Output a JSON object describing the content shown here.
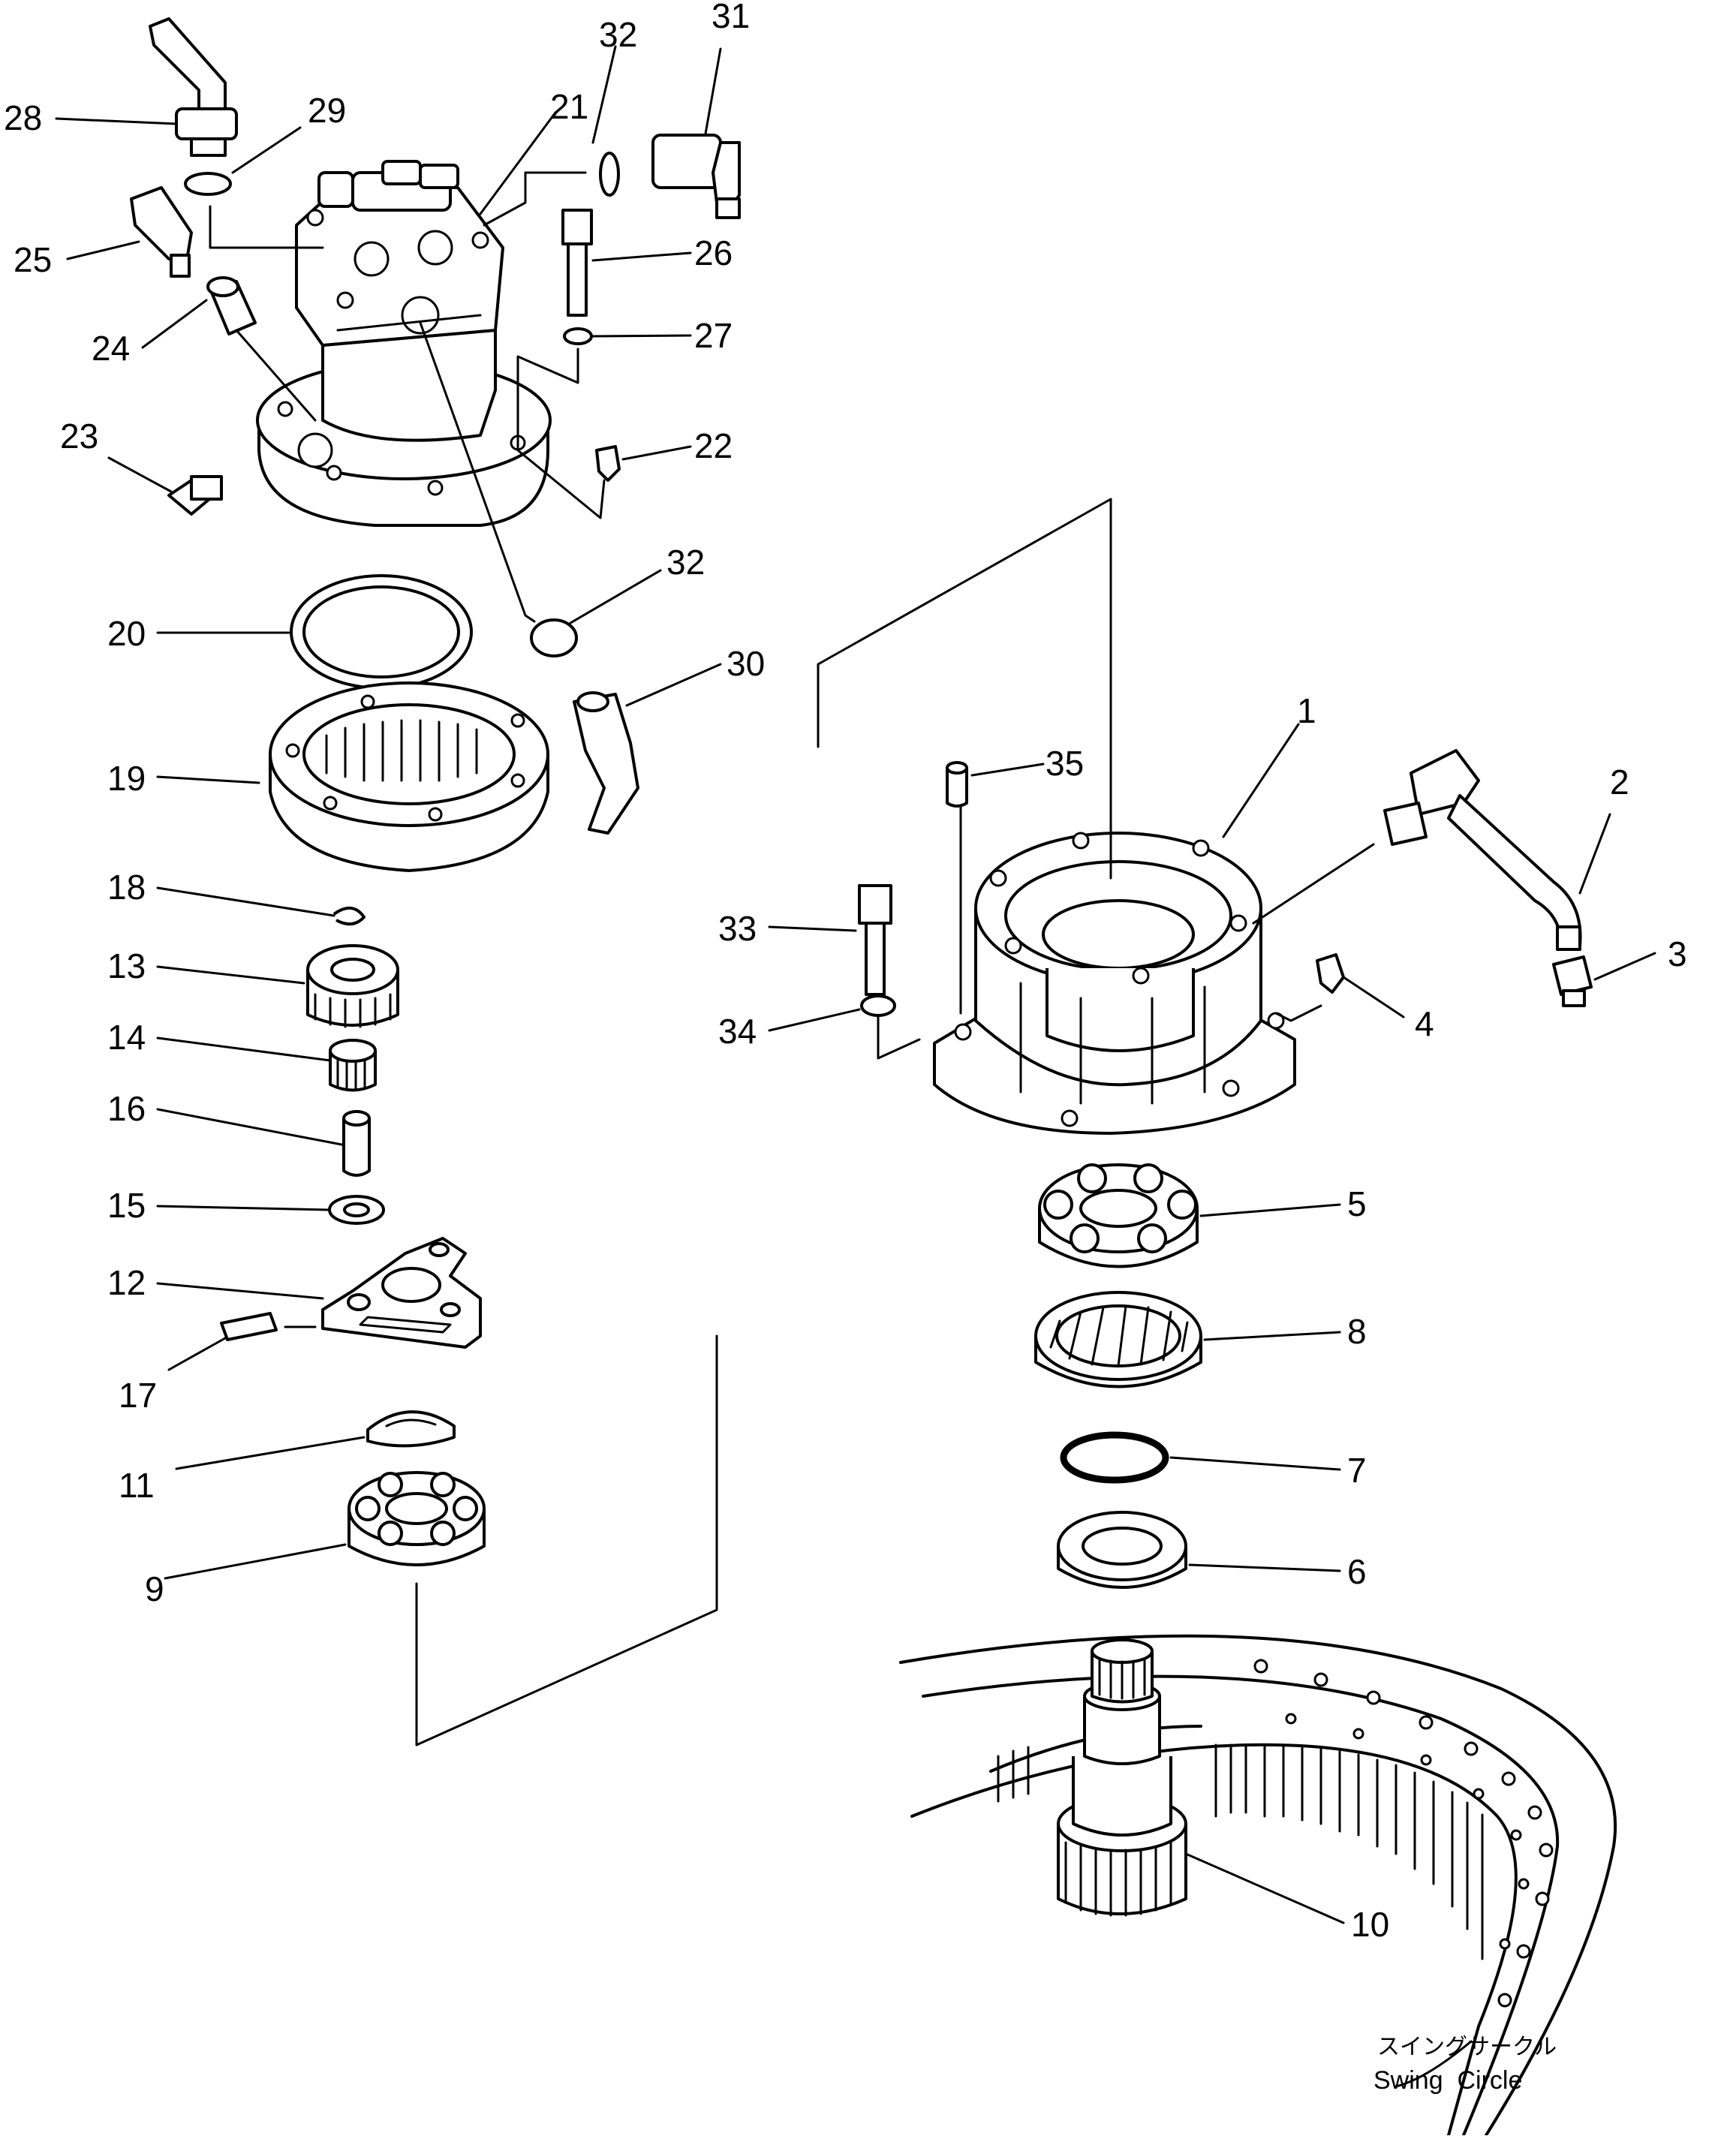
{
  "diagram": {
    "parts": [
      {
        "id": "1",
        "label": "1"
      },
      {
        "id": "2",
        "label": "2"
      },
      {
        "id": "3",
        "label": "3"
      },
      {
        "id": "4",
        "label": "4"
      },
      {
        "id": "5",
        "label": "5"
      },
      {
        "id": "6",
        "label": "6"
      },
      {
        "id": "7",
        "label": "7"
      },
      {
        "id": "8",
        "label": "8"
      },
      {
        "id": "9",
        "label": "9"
      },
      {
        "id": "10",
        "label": "10"
      },
      {
        "id": "11",
        "label": "11"
      },
      {
        "id": "12",
        "label": "12"
      },
      {
        "id": "13",
        "label": "13"
      },
      {
        "id": "14",
        "label": "14"
      },
      {
        "id": "15",
        "label": "15"
      },
      {
        "id": "16",
        "label": "16"
      },
      {
        "id": "17",
        "label": "17"
      },
      {
        "id": "18",
        "label": "18"
      },
      {
        "id": "19",
        "label": "19"
      },
      {
        "id": "20",
        "label": "20"
      },
      {
        "id": "21",
        "label": "21"
      },
      {
        "id": "22",
        "label": "22"
      },
      {
        "id": "23",
        "label": "23"
      },
      {
        "id": "24",
        "label": "24"
      },
      {
        "id": "25",
        "label": "25"
      },
      {
        "id": "26",
        "label": "26"
      },
      {
        "id": "27",
        "label": "27"
      },
      {
        "id": "28",
        "label": "28"
      },
      {
        "id": "29",
        "label": "29"
      },
      {
        "id": "30",
        "label": "30"
      },
      {
        "id": "31",
        "label": "31"
      },
      {
        "id": "32a",
        "label": "32"
      },
      {
        "id": "32b",
        "label": "32"
      },
      {
        "id": "33",
        "label": "33"
      },
      {
        "id": "34",
        "label": "34"
      },
      {
        "id": "35",
        "label": "35"
      }
    ],
    "caption": {
      "japanese": "スイングサークル",
      "english": "Swing  Circle"
    }
  }
}
